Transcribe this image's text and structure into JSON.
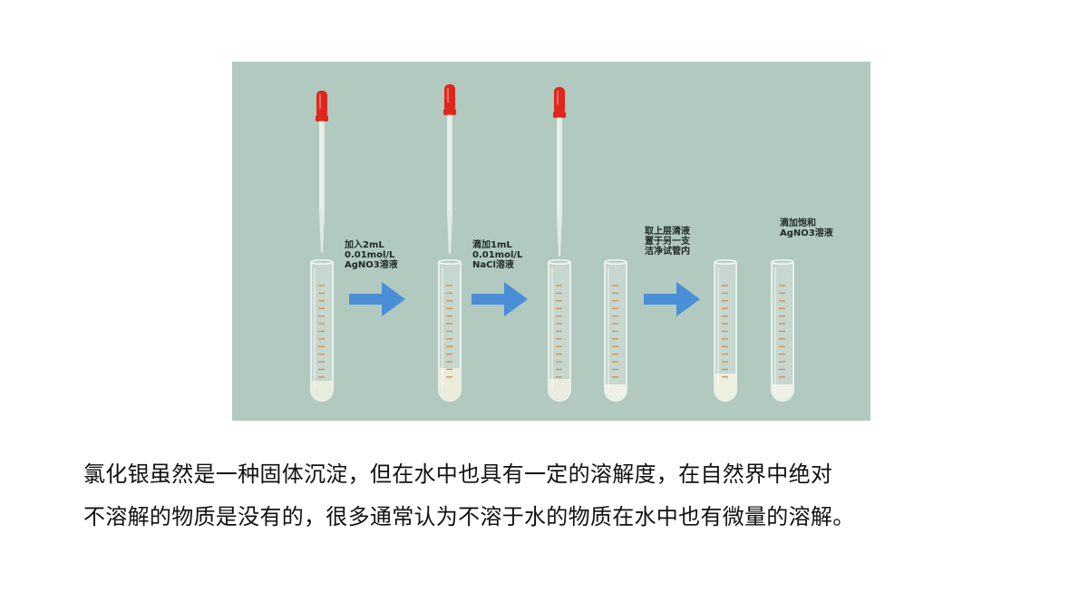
{
  "figure": {
    "background": "#b1c9be",
    "arrow_color": "#4a8fd6",
    "bulb_color": "#e0261c",
    "labels": [
      [
        "加入2mL",
        "0.01mol/L",
        "AgNO3溶液"
      ],
      [
        "滴加1mL",
        "0.01mol/L",
        "NaCl溶液"
      ],
      [
        "取上层清液",
        "置于另一支",
        "洁净试管内"
      ],
      [
        "滴加饱和",
        "AgNO3溶液"
      ]
    ]
  },
  "caption": {
    "line1": "氯化银虽然是一种固体沉淀，但在水中也具有一定的溶解度，在自然界中绝对",
    "line2": "不溶解的物质是没有的，很多通常认为不溶于水的物质在水中也有微量的溶解。"
  }
}
